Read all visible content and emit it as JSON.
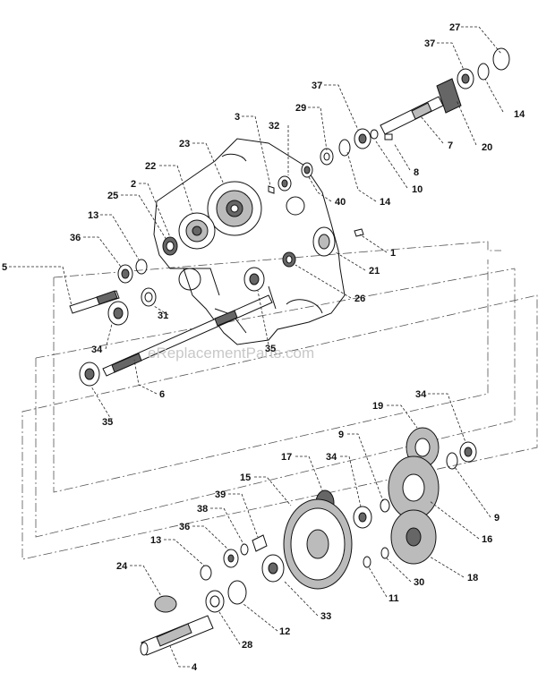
{
  "watermark": "eReplacementParts.com",
  "callouts": [
    {
      "id": "27",
      "label": "27"
    },
    {
      "id": "37a",
      "label": "37"
    },
    {
      "id": "14a",
      "label": "14"
    },
    {
      "id": "7",
      "label": "7"
    },
    {
      "id": "20",
      "label": "20"
    },
    {
      "id": "37b",
      "label": "37"
    },
    {
      "id": "29",
      "label": "29"
    },
    {
      "id": "3",
      "label": "3"
    },
    {
      "id": "32",
      "label": "32"
    },
    {
      "id": "8",
      "label": "8"
    },
    {
      "id": "10",
      "label": "10"
    },
    {
      "id": "14b",
      "label": "14"
    },
    {
      "id": "40",
      "label": "40"
    },
    {
      "id": "23",
      "label": "23"
    },
    {
      "id": "22",
      "label": "22"
    },
    {
      "id": "2",
      "label": "2"
    },
    {
      "id": "25",
      "label": "25"
    },
    {
      "id": "13a",
      "label": "13"
    },
    {
      "id": "36a",
      "label": "36"
    },
    {
      "id": "1",
      "label": "1"
    },
    {
      "id": "21",
      "label": "21"
    },
    {
      "id": "5",
      "label": "5"
    },
    {
      "id": "26",
      "label": "26"
    },
    {
      "id": "31",
      "label": "31"
    },
    {
      "id": "34a",
      "label": "34"
    },
    {
      "id": "35a",
      "label": "35"
    },
    {
      "id": "6",
      "label": "6"
    },
    {
      "id": "35b",
      "label": "35"
    },
    {
      "id": "19",
      "label": "19"
    },
    {
      "id": "34b",
      "label": "34"
    },
    {
      "id": "9a",
      "label": "9"
    },
    {
      "id": "17",
      "label": "17"
    },
    {
      "id": "34c",
      "label": "34"
    },
    {
      "id": "9b",
      "label": "9"
    },
    {
      "id": "15",
      "label": "15"
    },
    {
      "id": "39",
      "label": "39"
    },
    {
      "id": "16",
      "label": "16"
    },
    {
      "id": "38",
      "label": "38"
    },
    {
      "id": "36b",
      "label": "36"
    },
    {
      "id": "13b",
      "label": "13"
    },
    {
      "id": "24",
      "label": "24"
    },
    {
      "id": "18",
      "label": "18"
    },
    {
      "id": "30",
      "label": "30"
    },
    {
      "id": "11",
      "label": "11"
    },
    {
      "id": "33",
      "label": "33"
    },
    {
      "id": "12",
      "label": "12"
    },
    {
      "id": "28",
      "label": "28"
    },
    {
      "id": "4",
      "label": "4"
    }
  ]
}
